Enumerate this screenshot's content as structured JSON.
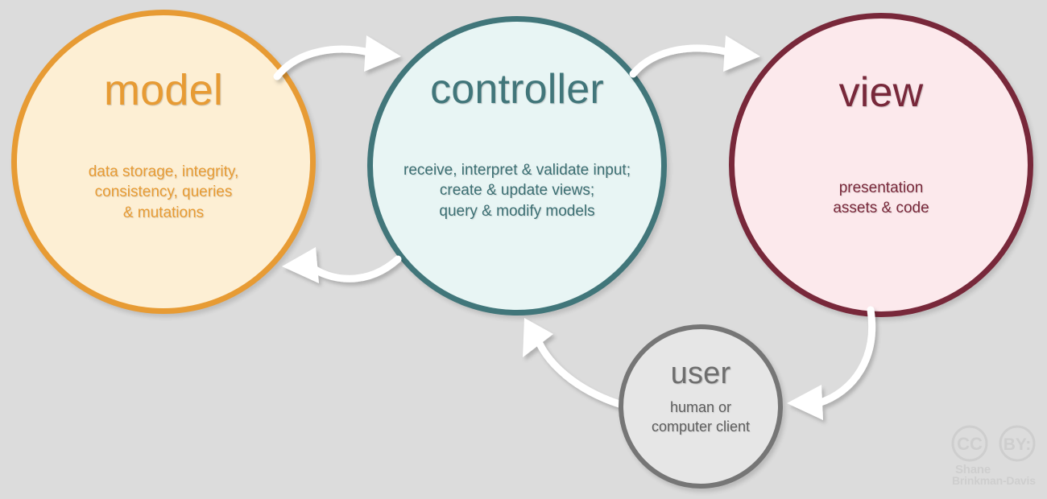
{
  "diagram": {
    "title": "model-view-controller architecture diagram",
    "background_color": "#dcdcdc"
  },
  "nodes": {
    "model": {
      "title": "model",
      "description": "data storage, integrity,\nconsistency, queries\n& mutations",
      "border_color": "#e79b34",
      "fill_color": "#fdefd4",
      "text_color": "#e79b34"
    },
    "controller": {
      "title": "controller",
      "description": "receive, interpret & validate input;\ncreate & update views;\nquery & modify models",
      "border_color": "#41767a",
      "fill_color": "#e8f5f4",
      "text_color": "#3c6f73"
    },
    "view": {
      "title": "view",
      "description": "presentation\nassets & code",
      "border_color": "#78283a",
      "fill_color": "#fce9ec",
      "text_color": "#78283a"
    },
    "user": {
      "title": "user",
      "description": "human or\ncomputer client",
      "border_color": "#767676",
      "fill_color": "#e6e6e6",
      "text_color": "#5e5e5e"
    }
  },
  "arrows": [
    {
      "name": "model-to-controller",
      "from": "model",
      "to": "controller",
      "direction": "right",
      "color": "#ffffff"
    },
    {
      "name": "controller-to-model",
      "from": "controller",
      "to": "model",
      "direction": "left",
      "color": "#ffffff"
    },
    {
      "name": "controller-to-view",
      "from": "controller",
      "to": "view",
      "direction": "right",
      "color": "#ffffff"
    },
    {
      "name": "view-to-user",
      "from": "view",
      "to": "user",
      "direction": "down-left",
      "color": "#ffffff"
    },
    {
      "name": "user-to-controller",
      "from": "user",
      "to": "controller",
      "direction": "up-left",
      "color": "#ffffff"
    }
  ],
  "license": {
    "badge_cc": "CC",
    "badge_by": "BY:",
    "author_first": "Shane",
    "author_last": "Brinkman-Davis",
    "color": "#cecece"
  }
}
